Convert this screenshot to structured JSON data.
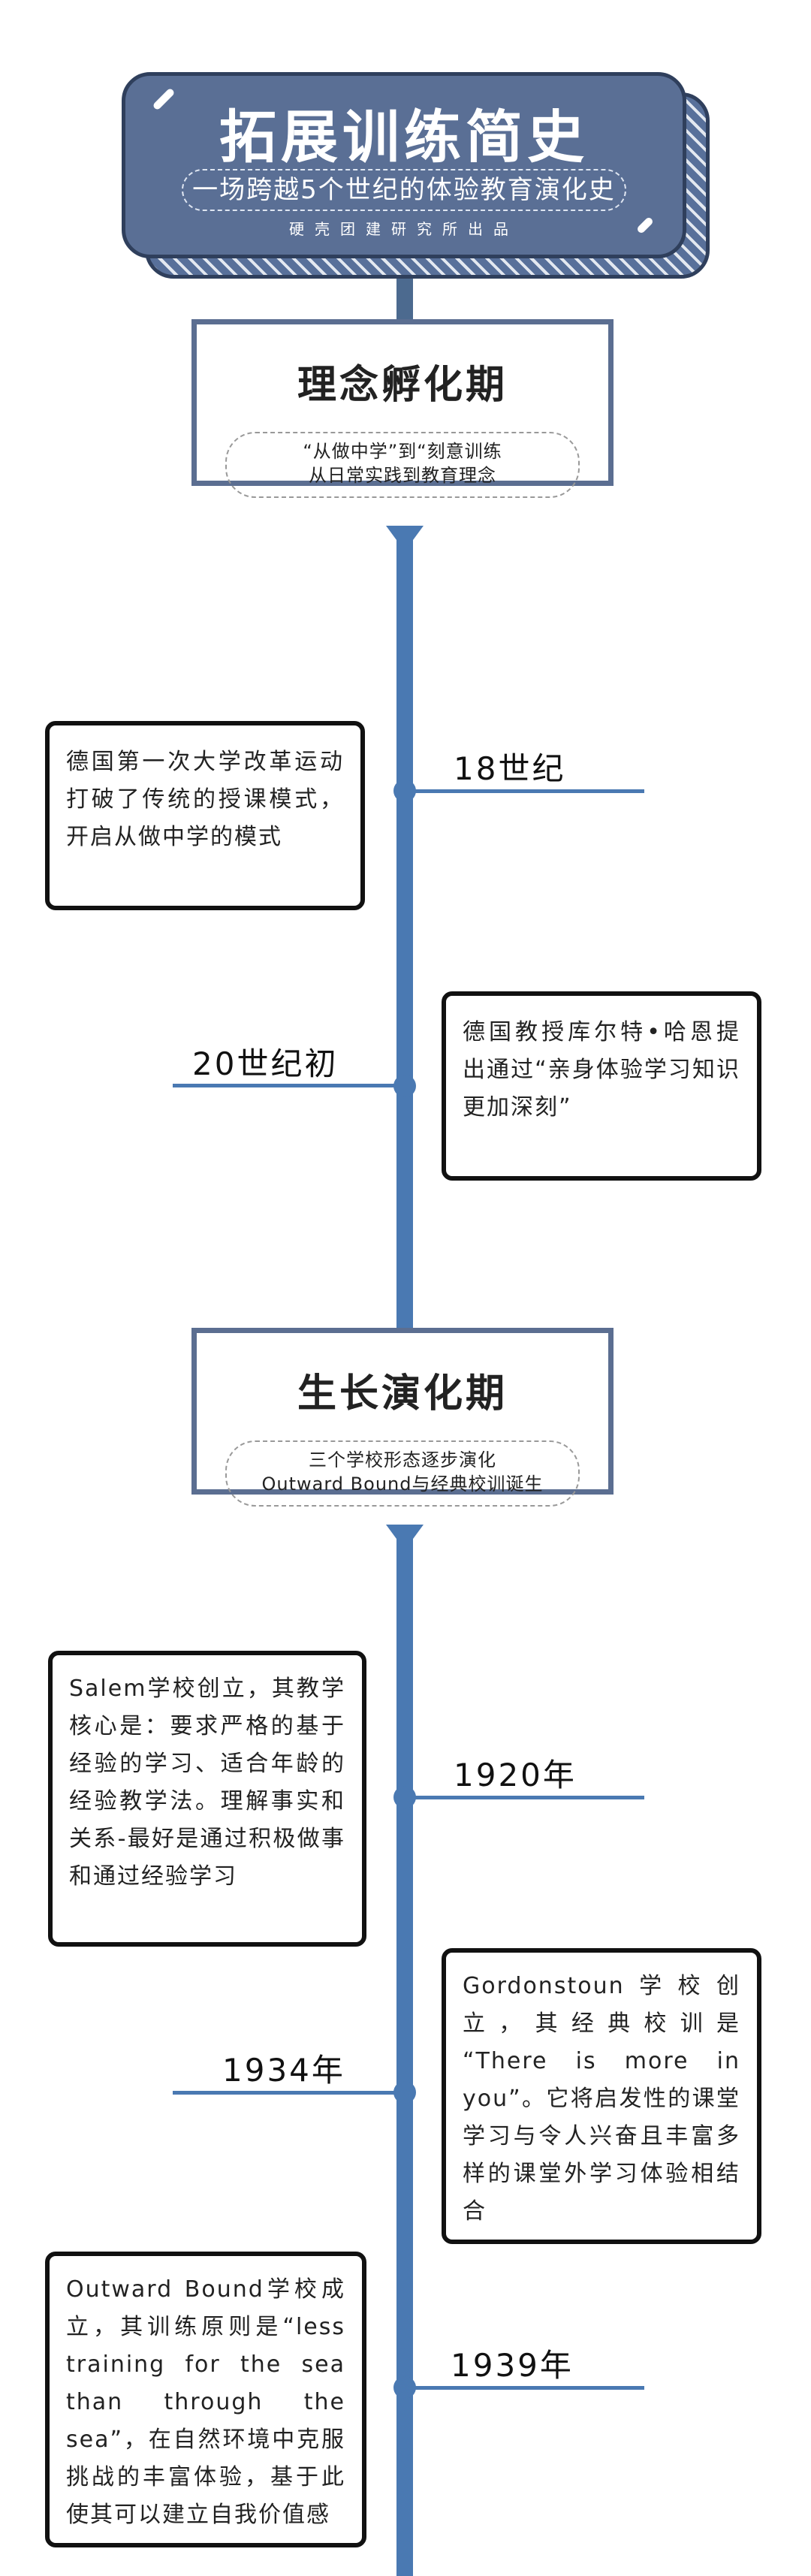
{
  "header": {
    "title": "拓展训练简史",
    "subtitle": "一场跨越5个世纪的体验教育演化史",
    "credit": "硬壳团建研究所出品"
  },
  "periods": [
    {
      "title": "理念孵化期",
      "line1": "“从做中学”到“刻意训练",
      "line2": "从日常实践到教育理念"
    },
    {
      "title": "生长演化期",
      "line1": "三个学校形态逐步演化",
      "line2": "Outward Bound与经典校训诞生"
    }
  ],
  "events": [
    {
      "year": "18世纪",
      "text": "德国第一次大学改革运动打破了传统的授课模式，开启从做中学的模式"
    },
    {
      "year": "20世纪初",
      "text": "德国教授库尔特•哈恩提出通过“亲身体验学习知识更加深刻”"
    },
    {
      "year": "1920年",
      "text": "Salem学校创立，其教学核心是：要求严格的基于经验的学习、适合年龄的经验教学法。理解事实和关系-最好是通过积极做事和通过经验学习"
    },
    {
      "year": "1934年",
      "text": "Gordonstoun学校创立，其经典校训是 “There is more in you”。它将启发性的课堂学习与令人兴奋且丰富多样的课堂外学习体验相结合"
    },
    {
      "year": "1939年",
      "text": "Outward Bound学校成立，其训练原则是“less training for the sea than through the sea”，在自然环境中克服挑战的丰富体验，基于此使其可以建立自我价值感"
    }
  ]
}
